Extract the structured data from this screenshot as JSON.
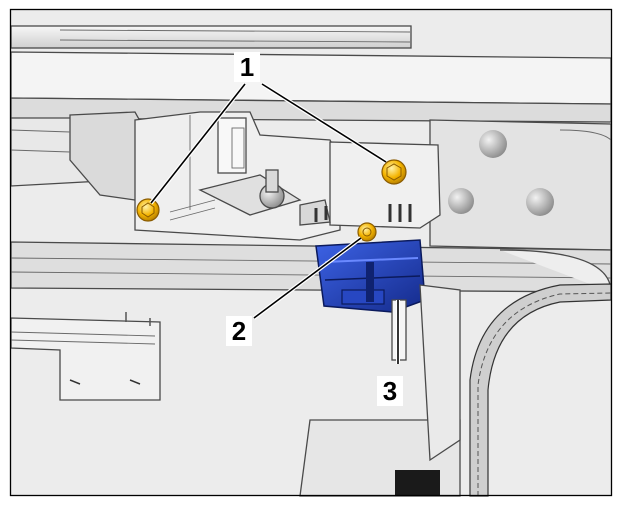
{
  "figure": {
    "callouts": [
      {
        "id": "1",
        "label": "1"
      },
      {
        "id": "2",
        "label": "2"
      },
      {
        "id": "3",
        "label": "3"
      }
    ],
    "colors": {
      "fastener": "#f4b400",
      "bracket": "#1e3fb5",
      "frame": "#000000",
      "body": "#e9e9e9"
    },
    "parts": {
      "fasteners": [
        "bolt-icon",
        "bolt-icon",
        "bolt-icon"
      ],
      "bracket": "hinge-bracket"
    }
  }
}
